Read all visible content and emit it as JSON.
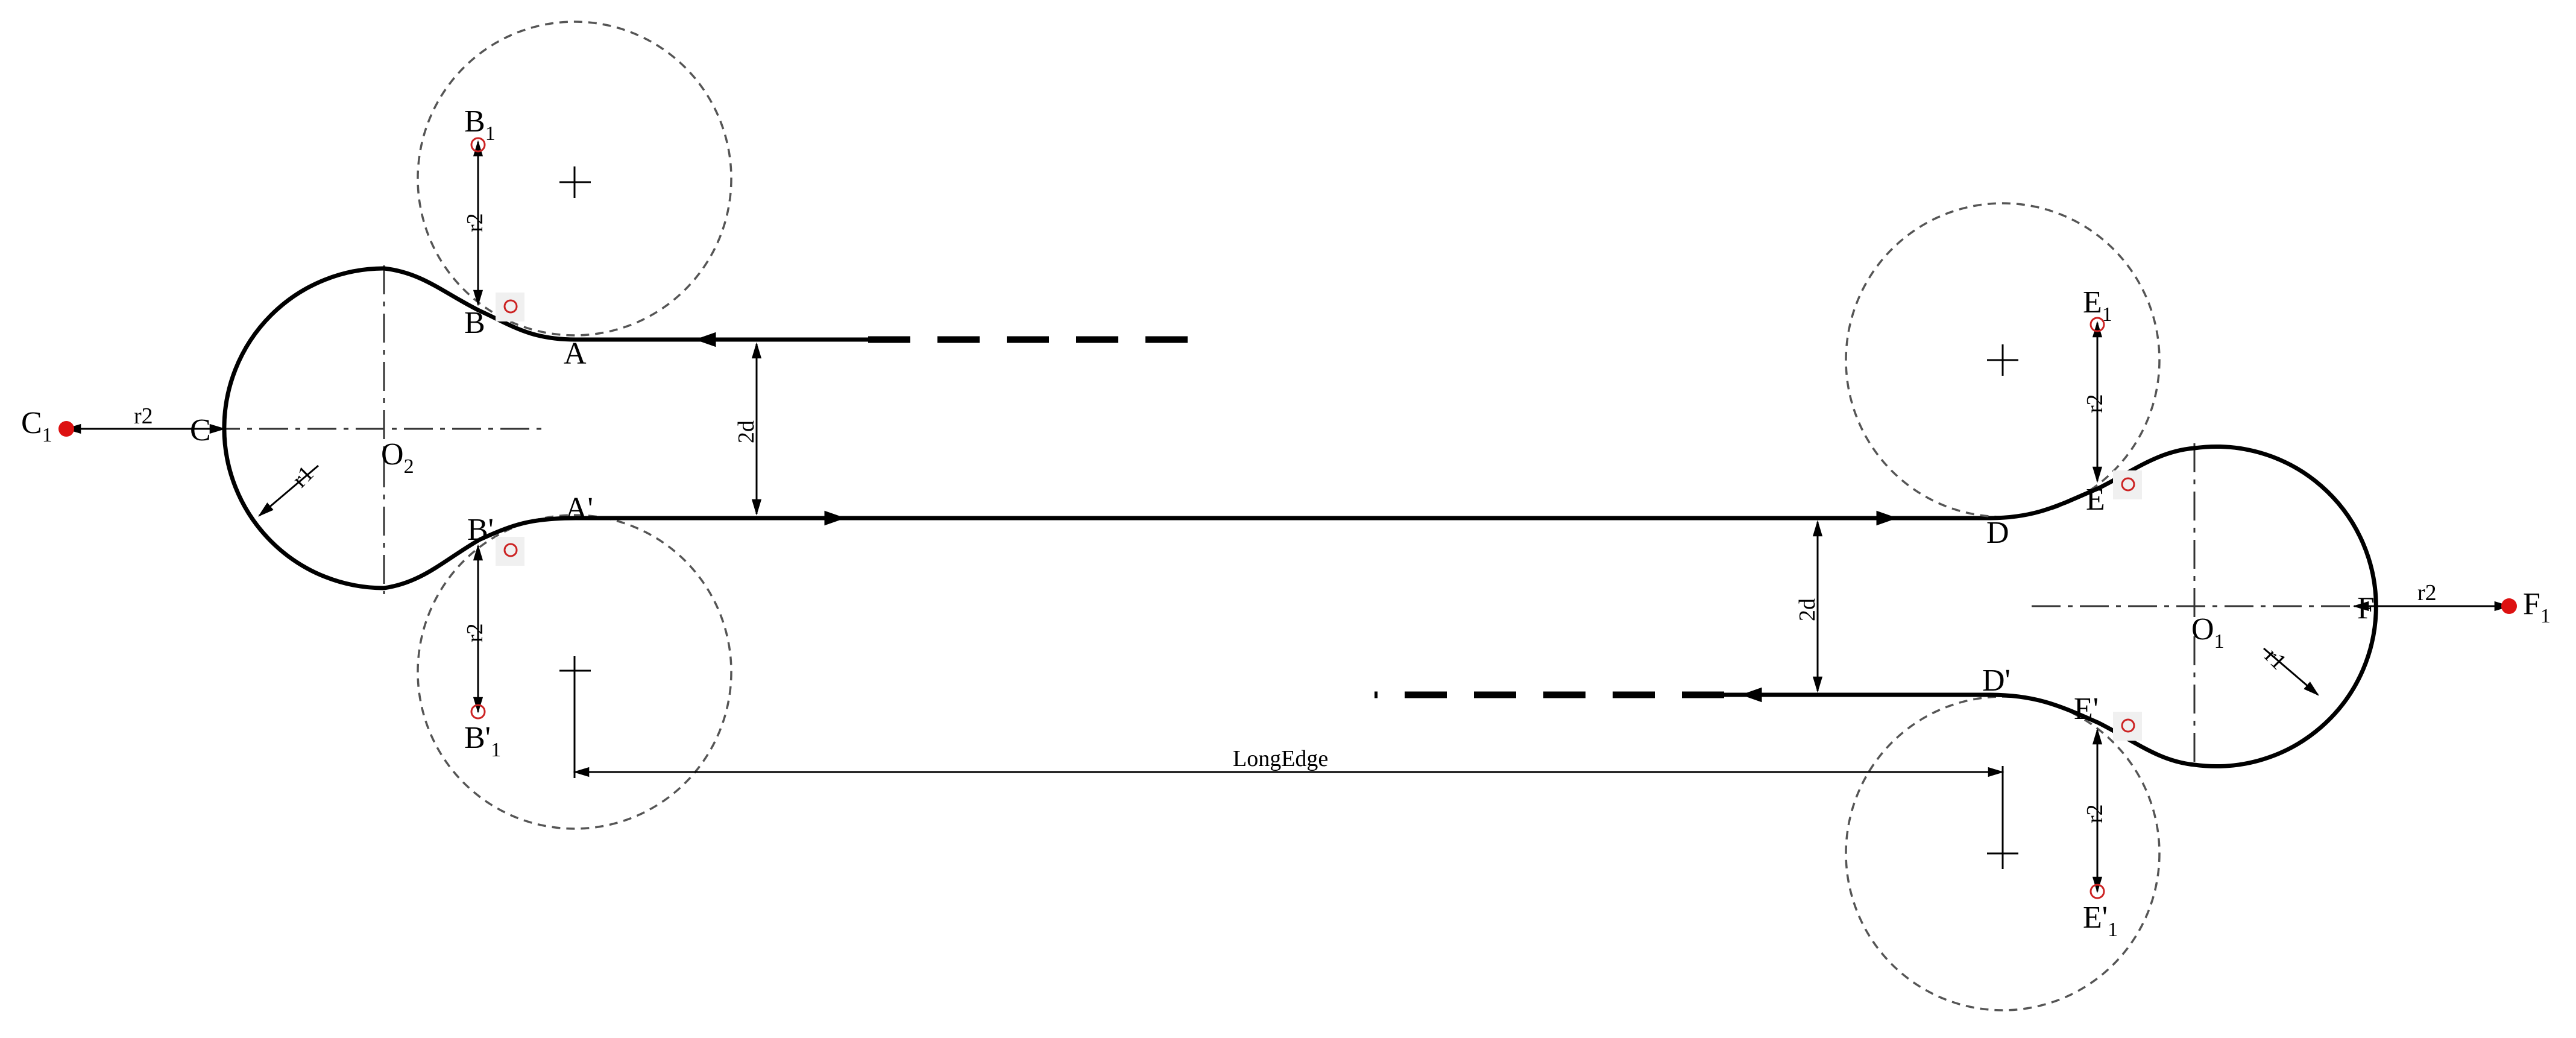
{
  "labels": {
    "A": "A",
    "A_prime": "A'",
    "B": "B",
    "B_prime": "B'",
    "B1_base": "B",
    "B1_sub": "1",
    "B1p_base": "B'",
    "B1p_sub": "1",
    "C": "C",
    "C1_base": "C",
    "C1_sub": "1",
    "O2_base": "O",
    "O2_sub": "2",
    "D": "D",
    "D_prime": "D'",
    "E": "E",
    "E_prime": "E'",
    "E1_base": "E",
    "E1_sub": "1",
    "E1p_base": "E'",
    "E1p_sub": "1",
    "F": "F",
    "F1_base": "F",
    "F1_sub": "1",
    "O1_base": "O",
    "O1_sub": "1"
  },
  "dimensions": {
    "r1": "r1",
    "r2": "r2",
    "two_d": "2d",
    "long_edge": "LongEdge"
  },
  "colors": {
    "line": "#000000",
    "dashed_circle": "#555555",
    "point_marker": "#cc2222",
    "point_dot": "#dd1111"
  }
}
